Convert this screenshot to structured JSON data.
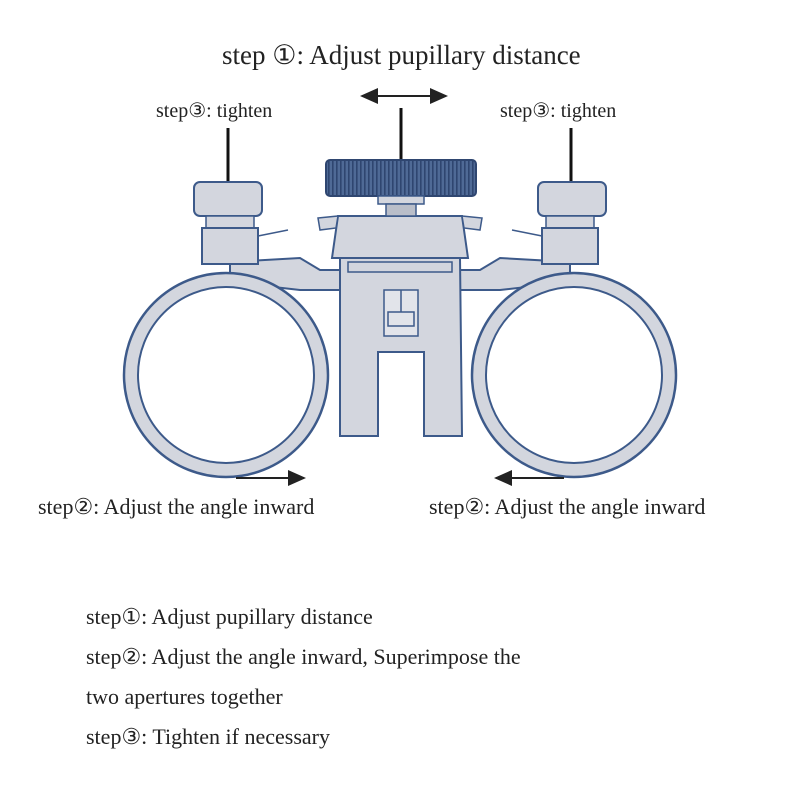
{
  "labels": {
    "step1_title": "step ①:  Adjust pupillary distance",
    "step3_left": "step③: tighten",
    "step3_right": "step③: tighten",
    "step2_left": "step②:  Adjust the angle inward",
    "step2_right": "step②:  Adjust the angle inward"
  },
  "instructions": [
    "step①: Adjust pupillary distance",
    "step②: Adjust the angle inward, Superimpose the",
    "two apertures together",
    "step③: Tighten if necessary"
  ],
  "colors": {
    "outline": "#3d5a8a",
    "fill": "#d3d6de",
    "knob": "#4f6a96",
    "arrow": "#222222"
  }
}
